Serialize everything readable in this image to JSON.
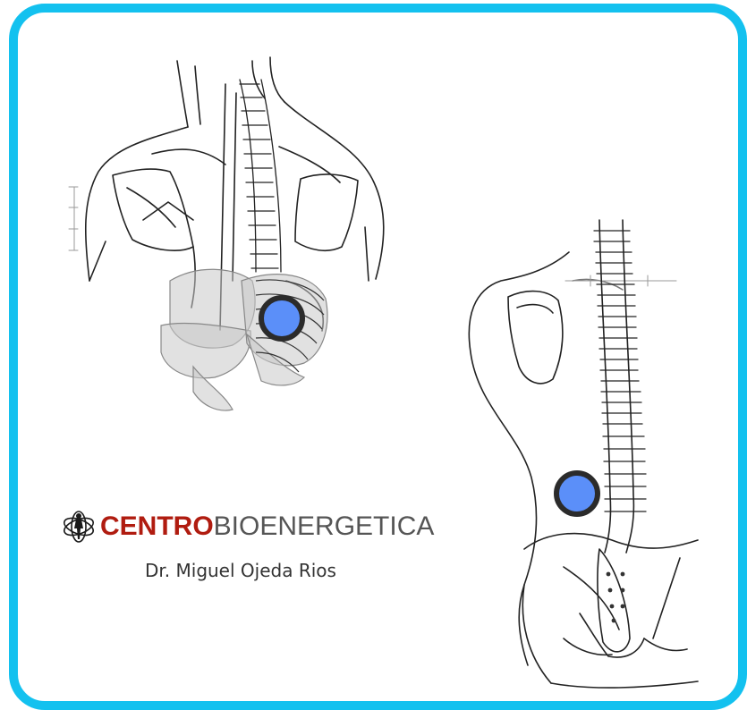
{
  "brand": {
    "name_bold": "CENTRO",
    "name_light": "BIOENERGETICA",
    "logo_icon": "figure-emblem-icon",
    "colors": {
      "bold": "#b01c10",
      "light": "#555555"
    }
  },
  "doctor": {
    "name": "Dr. Miguel Ojeda Rios"
  },
  "figures": {
    "back_view": {
      "icon": "back-anatomy-illustration",
      "marker_color": "#5b8ff9"
    },
    "side_view": {
      "icon": "spine-side-illustration",
      "marker_color": "#5b8ff9"
    }
  },
  "frame": {
    "border_color": "#13c1ef"
  }
}
